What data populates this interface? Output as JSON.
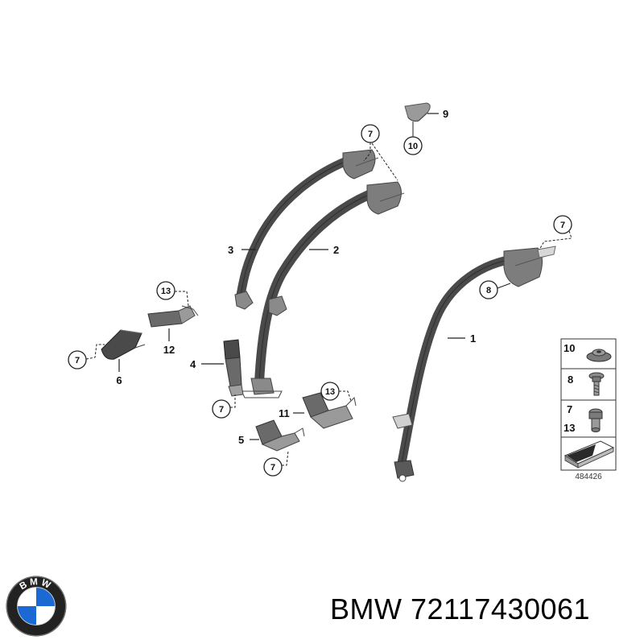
{
  "diagram": {
    "drawing_number": "484426",
    "callouts": [
      "1",
      "2",
      "3",
      "4",
      "5",
      "6",
      "7",
      "8",
      "9",
      "10",
      "11",
      "12",
      "13"
    ],
    "legend": [
      "10",
      "8",
      "7",
      "13"
    ]
  },
  "footer": {
    "brand": "BMW",
    "part_number": "72117430061",
    "text": "BMW 72117430061"
  },
  "logo": {
    "letters": "BMW",
    "colors": {
      "ring": "#1a1a1a",
      "blue": "#1c69d4",
      "white": "#ffffff"
    }
  },
  "colors": {
    "part_fill": "#5a5a5a",
    "part_dark": "#3c3c3c",
    "belt": "#4a4a4a",
    "line": "#222222"
  }
}
